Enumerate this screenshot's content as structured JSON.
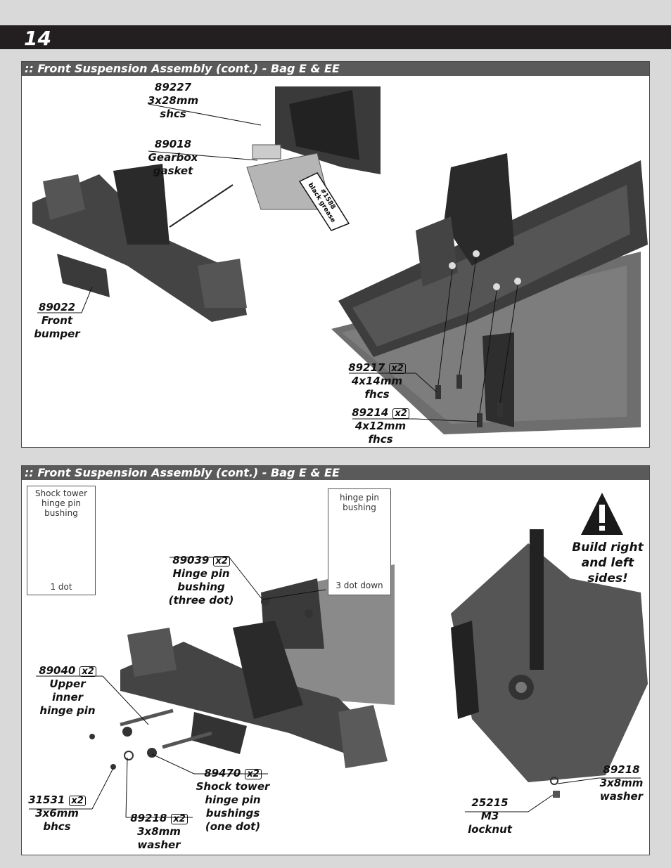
{
  "page": {
    "number": "14"
  },
  "section1": {
    "title": ":: Front Suspension Assembly (cont.) - Bag E & EE",
    "parts": [
      {
        "num": "89227",
        "qty": "",
        "desc": [
          "3x28mm",
          "shcs"
        ]
      },
      {
        "num": "89018",
        "qty": "",
        "desc": [
          "Gearbox",
          "gasket"
        ]
      },
      {
        "num": "89022",
        "qty": "",
        "desc": [
          "Front",
          "bumper"
        ]
      },
      {
        "num": "89217",
        "qty": "x2",
        "desc": [
          "4x14mm",
          "fhcs"
        ]
      },
      {
        "num": "89214",
        "qty": "x2",
        "desc": [
          "4x12mm",
          "fhcs"
        ]
      }
    ],
    "grease_label": [
      "#1588",
      "black grease"
    ]
  },
  "section2": {
    "title": ":: Front Suspension Assembly (cont.) - Bag E & EE",
    "callout_left": {
      "title": [
        "Shock tower",
        "hinge pin",
        "bushing"
      ],
      "note": "1 dot"
    },
    "callout_right": {
      "title": [
        "hinge pin",
        "bushing"
      ],
      "note": "3 dot down"
    },
    "warning": [
      "Build right",
      "and left",
      "sides!"
    ],
    "parts": [
      {
        "num": "89039",
        "qty": "x2",
        "desc": [
          "Hinge pin",
          "bushing",
          "(three dot)"
        ]
      },
      {
        "num": "89040",
        "qty": "x2",
        "desc": [
          "Upper",
          "inner",
          "hinge pin"
        ]
      },
      {
        "num": "89470",
        "qty": "x2",
        "desc": [
          "Shock tower",
          "hinge pin",
          "bushings",
          "(one dot)"
        ]
      },
      {
        "num": "31531",
        "qty": "x2",
        "desc": [
          "3x6mm",
          "bhcs"
        ]
      },
      {
        "num": "89218",
        "qty": "x2",
        "desc": [
          "3x8mm",
          "washer"
        ]
      },
      {
        "num": "89218",
        "qty": "",
        "desc": [
          "3x8mm",
          "washer"
        ]
      },
      {
        "num": "25215",
        "qty": "",
        "desc": [
          "M3",
          "locknut"
        ]
      }
    ]
  }
}
